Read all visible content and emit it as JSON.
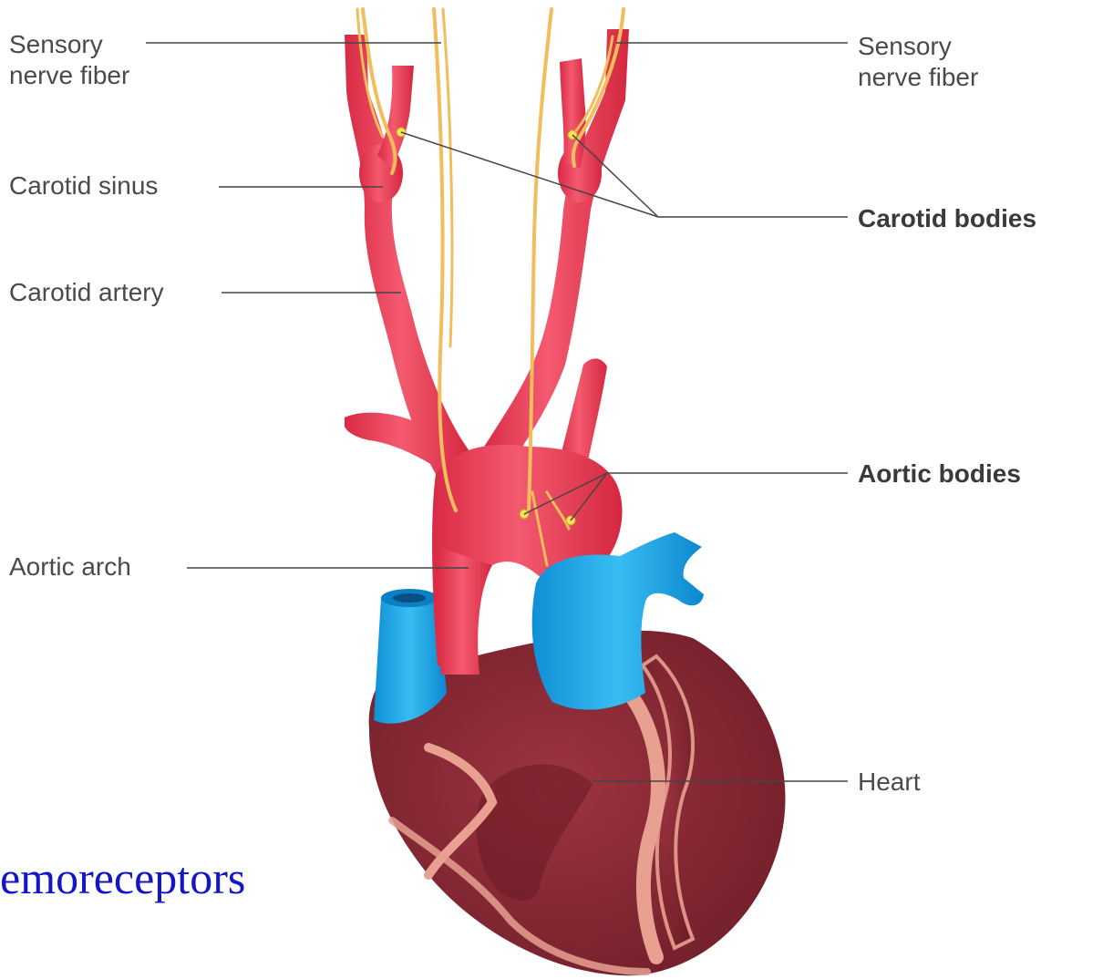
{
  "labels": {
    "sensory_left_line1": "Sensory",
    "sensory_left_line2": "nerve fiber",
    "sensory_right_line1": "Sensory",
    "sensory_right_line2": "nerve fiber",
    "carotid_sinus": "Carotid sinus",
    "carotid_artery": "Carotid artery",
    "aortic_arch": "Aortic arch",
    "carotid_bodies": "Carotid bodies",
    "aortic_bodies": "Aortic bodies",
    "heart": "Heart"
  },
  "caption": "emoreceptors",
  "colors": {
    "artery": "#ee3d55",
    "vein": "#1aa6e6",
    "nerve": "#f4c46a",
    "heart_muscle": "#8e2a34",
    "heart_fat": "#e8a090",
    "leader": "#444444",
    "caption": "#1515c8"
  }
}
